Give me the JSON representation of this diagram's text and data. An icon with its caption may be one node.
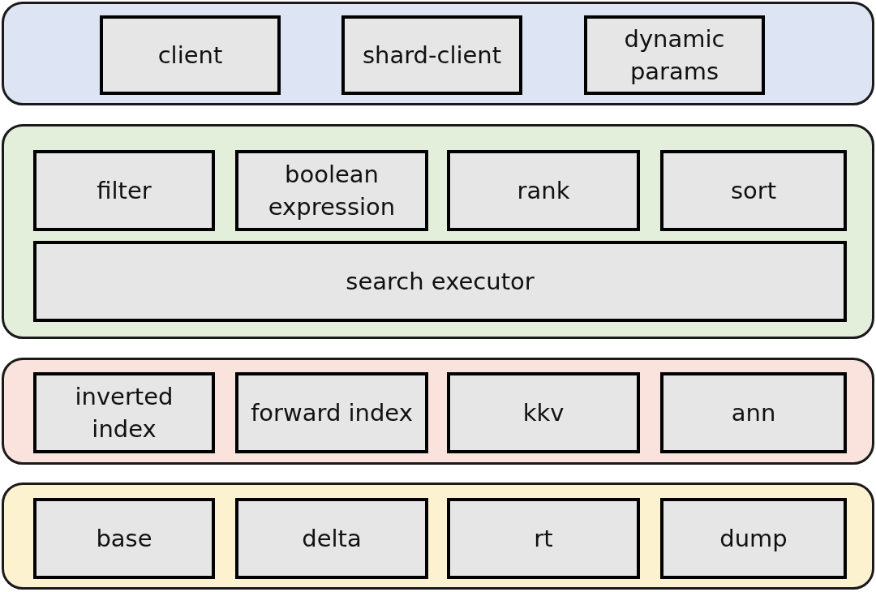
{
  "diagram": {
    "nodes": [
      {
        "text": [],
        "shape": "box"
      },
      {
        "text": [
          "client"
        ],
        "in": 0
      },
      {
        "text": [
          "shard-client"
        ],
        "in": 0
      },
      {
        "text": [
          "dynamic params"
        ],
        "in": 0
      },
      {
        "text": [],
        "shape": "box"
      },
      {
        "text": [
          "filter"
        ],
        "in": 4
      },
      {
        "text": [
          "boolean expression"
        ],
        "in": 4
      },
      {
        "text": [
          "rank"
        ],
        "in": 4
      },
      {
        "text": [
          "sort"
        ],
        "in": 4
      },
      {
        "text": [
          "search executor"
        ],
        "in": 4
      },
      {
        "text": [],
        "shape": "box"
      },
      {
        "text": [
          "inverted index"
        ],
        "in": 10
      },
      {
        "text": [
          "forward index"
        ],
        "in": 10
      },
      {
        "text": [
          "kkv"
        ],
        "in": 10
      },
      {
        "text": [
          "ann"
        ],
        "in": 10
      },
      {
        "text": [],
        "shape": "box"
      },
      {
        "text": [
          "base"
        ],
        "in": 15
      },
      {
        "text": [
          "delta"
        ],
        "in": 15
      },
      {
        "text": [
          "rt"
        ],
        "in": 15
      },
      {
        "text": [
          "dump"
        ],
        "in": 15
      }
    ]
  }
}
